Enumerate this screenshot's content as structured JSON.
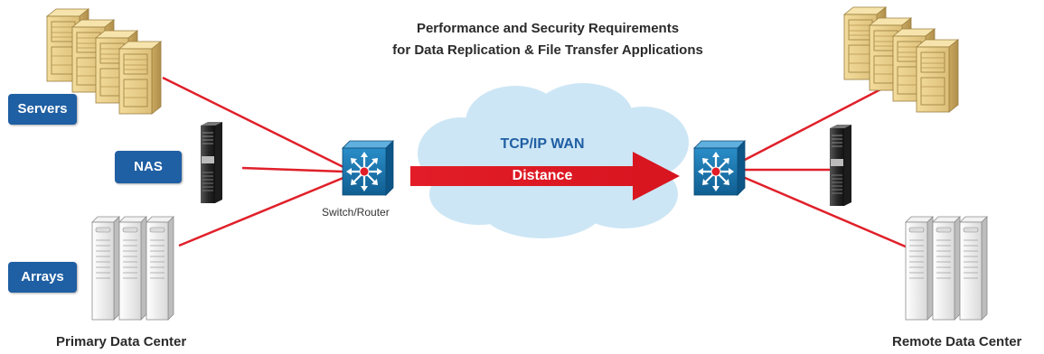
{
  "title": {
    "line1": "Performance and Security Requirements",
    "line2": "for Data Replication & File Transfer Applications"
  },
  "primary_site": {
    "caption": "Primary Data Center",
    "labels": {
      "servers": "Servers",
      "nas": "NAS",
      "arrays": "Arrays"
    },
    "switch_label": "Switch/Router"
  },
  "remote_site": {
    "caption": "Remote Data Center"
  },
  "wan": {
    "cloud_label": "TCP/IP WAN",
    "arrow_label": "Distance"
  },
  "colors": {
    "link_red": "#e0202a",
    "badge_blue": "#1f5fa3",
    "switch_blue": "#1a73a8",
    "cloud_blue": "#cde6f5",
    "server_tan": "#e8cf8d"
  },
  "icons": [
    "server-rack-icon",
    "nas-tower-icon",
    "storage-array-icon",
    "switch-router-icon",
    "cloud-icon",
    "arrow-right-icon"
  ]
}
